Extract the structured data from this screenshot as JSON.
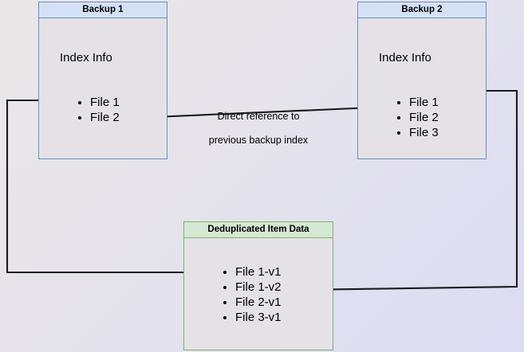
{
  "diagram": {
    "title_hidden": "",
    "boxes": [
      {
        "id": "backup-1",
        "header": "Backup 1",
        "section_label": "Index Info",
        "items": [
          "File 1",
          "File 2"
        ],
        "accent": "#6c8ebf",
        "header_fill": "#d4e1f5",
        "body_fill": "#e4e2e6"
      },
      {
        "id": "backup-2",
        "header": "Backup 2",
        "section_label": "Index Info",
        "items": [
          "File 1",
          "File 2",
          "File 3"
        ],
        "accent": "#6c8ebf",
        "header_fill": "#d4e1f5",
        "body_fill": "#e4e2e6"
      },
      {
        "id": "dedup-data",
        "header": "Deduplicated Item Data",
        "section_label": "",
        "items": [
          "File 1-v1",
          "File 1-v2",
          "File 2-v1",
          "File 3-v1"
        ],
        "accent": "#82b366",
        "header_fill": "#d5e8d4",
        "body_fill": "#e4e2e7"
      }
    ],
    "annotation": {
      "line1": "Direct reference to",
      "line2": "previous backup index",
      "full": "Direct reference to\nprevious backup index"
    },
    "connectors": [
      {
        "id": "backup1-file1-to-dedup",
        "from": "Backup 1 / File 1",
        "to": "Deduplicated Item Data / File 1-v1",
        "style": "orthogonal",
        "arrow": "end"
      },
      {
        "id": "backup2-file1-to-dedup",
        "from": "Backup 2 / File 1",
        "to": "Deduplicated Item Data / File 1-v2",
        "style": "orthogonal",
        "arrow": "end"
      },
      {
        "id": "backup2-file2-to-backup1-file2",
        "from": "Backup 2 / File 2",
        "to": "Backup 1 / File 2",
        "style": "straight",
        "arrow": "end"
      }
    ],
    "colors": {
      "stroke": "#1a1a1a",
      "blue_accent": "#6c8ebf",
      "green_accent": "#82b366",
      "bg_start": "#eae7e8",
      "bg_end": "#dcdcf2"
    }
  }
}
